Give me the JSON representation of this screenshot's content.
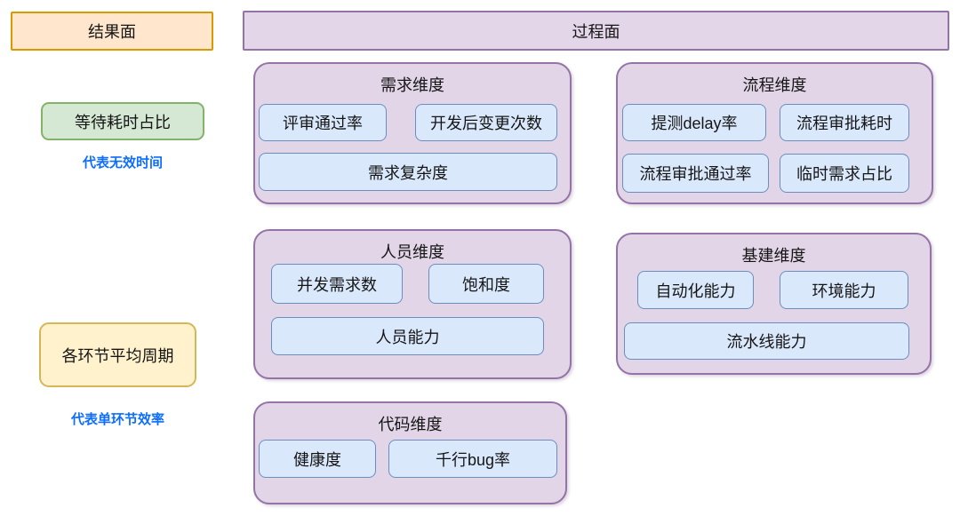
{
  "headers": {
    "result": "结果面",
    "process": "过程面"
  },
  "result_side": {
    "metrics": [
      {
        "label": "等待耗时占比",
        "note": "代表无效时间",
        "style": "green"
      },
      {
        "label": "各环节平均周期",
        "note": "代表单环节效率",
        "style": "yellow"
      }
    ]
  },
  "process_side": {
    "groups": [
      {
        "title": "需求维度",
        "items": [
          "评审通过率",
          "开发后变更次数",
          "需求复杂度"
        ]
      },
      {
        "title": "流程维度",
        "items": [
          "提测delay率",
          "流程审批耗时",
          "流程审批通过率",
          "临时需求占比"
        ]
      },
      {
        "title": "人员维度",
        "items": [
          "并发需求数",
          "饱和度",
          "人员能力"
        ]
      },
      {
        "title": "基建维度",
        "items": [
          "自动化能力",
          "环境能力",
          "流水线能力"
        ]
      },
      {
        "title": "代码维度",
        "items": [
          "健康度",
          "千行bug率"
        ]
      }
    ]
  },
  "palette": {
    "result_header_fill": "#ffe6cc",
    "result_header_border": "#d79b00",
    "process_header_fill": "#e3d6e9",
    "group_fill": "#e1d5e7",
    "group_border": "#9673a6",
    "chip_fill": "#dae8fc",
    "chip_border": "#6c8ebf",
    "green_fill": "#d5e8d4",
    "green_border": "#82b366",
    "yellow_fill": "#fff2cc",
    "yellow_border": "#d6b656",
    "note_text": "#0d6efd"
  }
}
